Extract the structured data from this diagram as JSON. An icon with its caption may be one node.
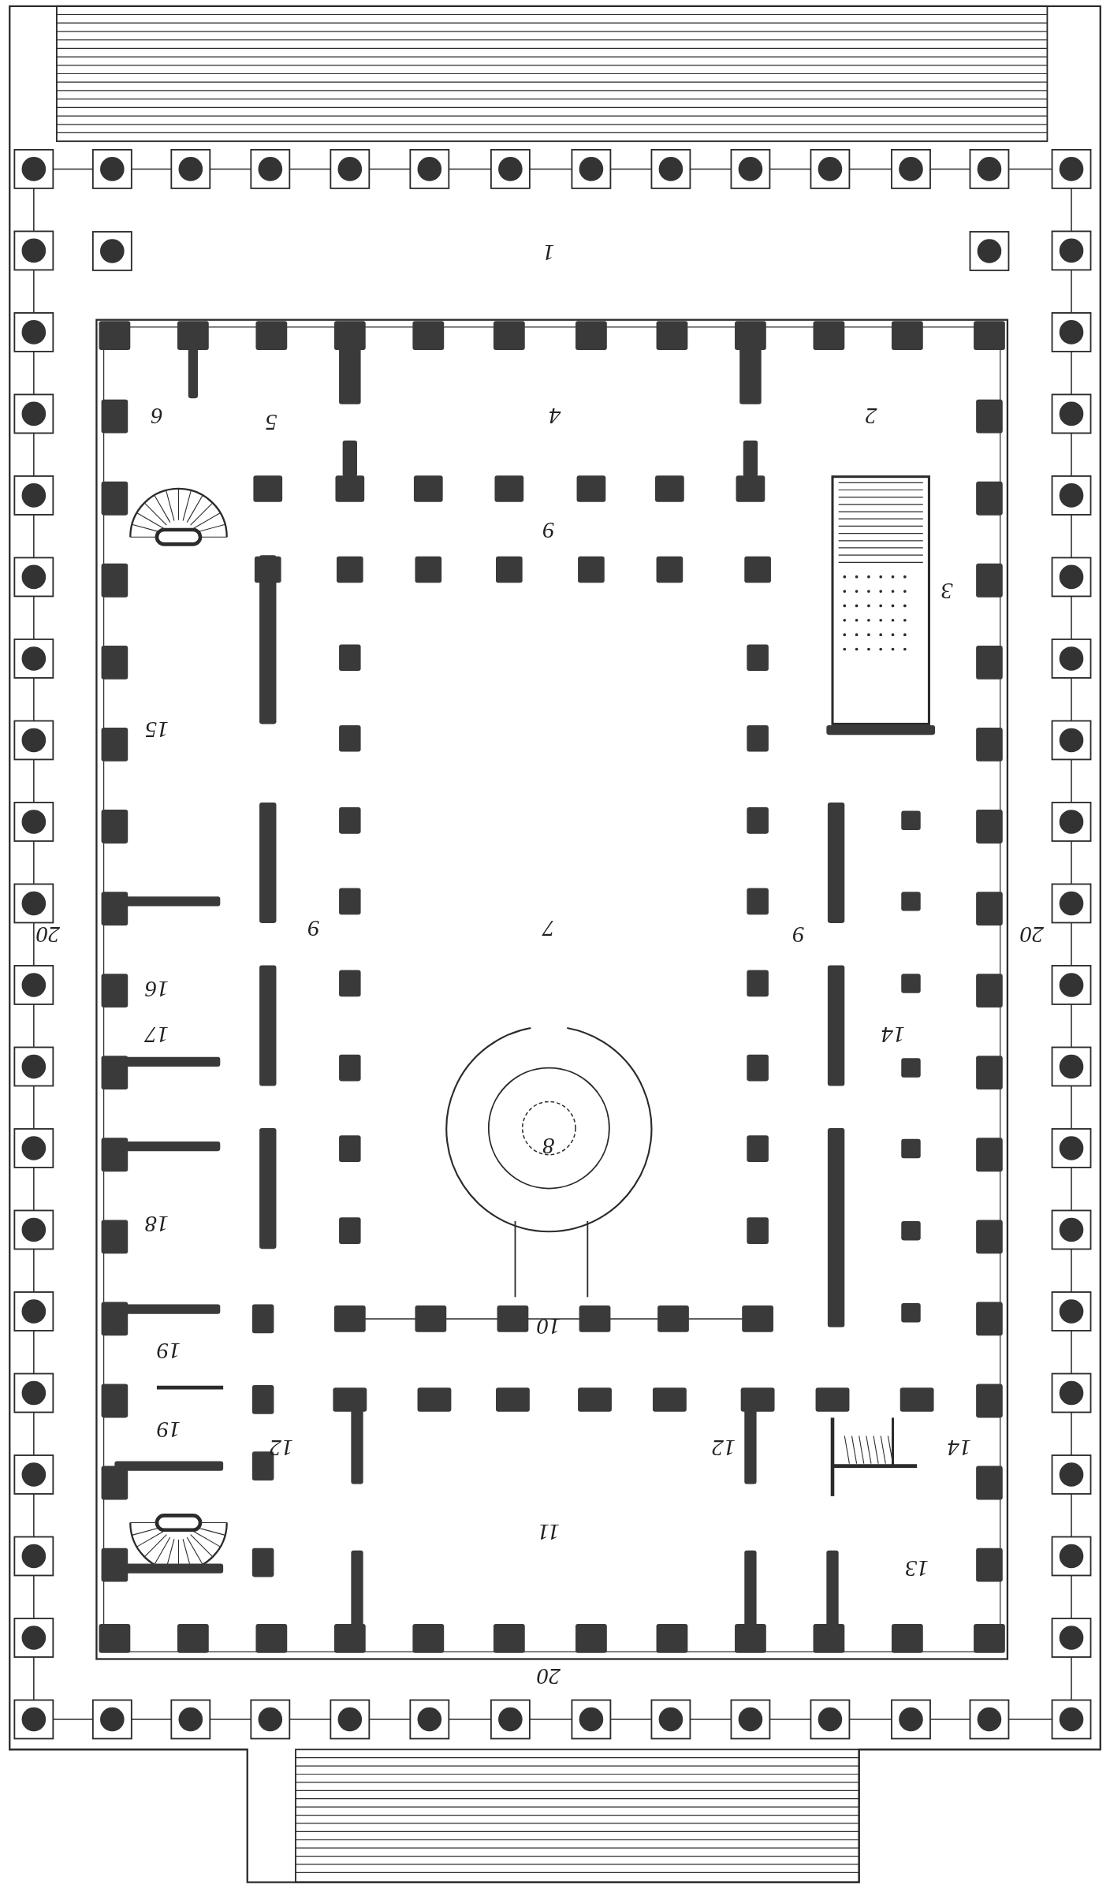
{
  "diagram": {
    "labels": [
      "1",
      "6",
      "5",
      "4",
      "2",
      "9",
      "3",
      "15",
      "20",
      "9",
      "7",
      "9",
      "20",
      "16",
      "17",
      "14",
      "8",
      "18",
      "10",
      "19",
      "19",
      "12",
      "12",
      "14",
      "11",
      "13",
      "20"
    ]
  }
}
